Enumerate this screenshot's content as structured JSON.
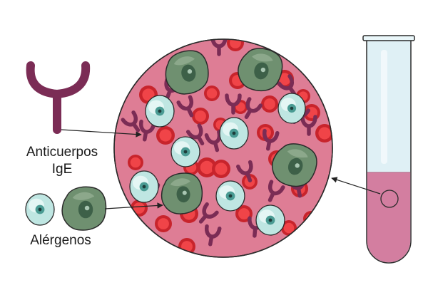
{
  "labels": {
    "antibodies_line1": "Anticuerpos",
    "antibodies_line2": "IgE",
    "allergens": "Alérgenos"
  },
  "colors": {
    "background": "#ffffff",
    "sample_circle": "#de7d95",
    "sample_outline": "#2b2b2b",
    "antibody": "#7b2c55",
    "red_cell_outer": "#c8242c",
    "red_cell_inner": "#f04448",
    "teal_allergen": "#bfe6e2",
    "teal_nucleus": "#4a9b93",
    "green_allergen": "#6f9070",
    "green_nucleus": "#3d6048",
    "tube_glass": "#dff0f5",
    "tube_liquid": "#d37ea0",
    "pointer_line": "#222222"
  },
  "icons": {
    "antibody": "y-shaped-antibody-icon",
    "teal_allergen": "teal-round-allergen-icon",
    "green_allergen": "green-irregular-allergen-icon",
    "test_tube": "test-tube-icon"
  }
}
